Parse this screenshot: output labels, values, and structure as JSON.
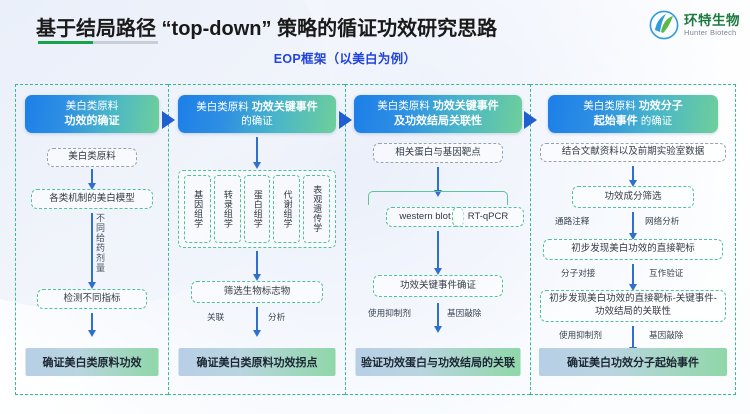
{
  "header": {
    "title": "基于结局路径 “top-down” 策略的循证功效研究思路",
    "subtitle": "EOP框架（以美白为例）",
    "logo_cn": "环特生物",
    "logo_en": "Hunter Biotech",
    "accent_green": "#16a34a",
    "accent_blue": "#2244dd"
  },
  "columns": [
    {
      "header_line1": "美白类原料",
      "header_line2": "功效的确证",
      "steps": [
        {
          "label": "美白类原料",
          "style": "gray"
        },
        {
          "label": "各类机制的美白模型",
          "style": "green"
        },
        {
          "label": "检测不同指标",
          "style": "green"
        }
      ],
      "arrow_label_vertical": "不同给药剂量",
      "result": "确证美白类原料功效"
    },
    {
      "header_prefix": "美白类原料",
      "header_strong": "功效关键事件",
      "header_line2": "的确证",
      "omics": [
        "基因组学",
        "转录组学",
        "蛋白组学",
        "代谢组学",
        "表观遗传学"
      ],
      "steps": [
        {
          "label": "筛选生物标志物",
          "style": "green"
        }
      ],
      "arrow_label_left": "关联",
      "arrow_label_right": "分析",
      "result": "确证美白类原料功效拐点"
    },
    {
      "header_prefix": "美白类原料",
      "header_strong": "功效关键事件",
      "header_line2": "及功效结局关联性",
      "steps": [
        {
          "label": "相关蛋白与基因靶点",
          "style": "gray"
        },
        {
          "label": "western blot",
          "style": "green"
        },
        {
          "label": "RT-qPCR",
          "style": "green"
        },
        {
          "label": "功效关键事件确证",
          "style": "green"
        }
      ],
      "arrow_label_left": "使用抑制剂",
      "arrow_label_right": "基因敲除",
      "result": "验证功效蛋白与功效结局的关联"
    },
    {
      "header_prefix": "美白类原料",
      "header_strong": "功效分子",
      "header_strong2": "起始事件",
      "header_suffix": "的确证",
      "steps": [
        {
          "label": "结合文献资料以及前期实验室数据",
          "style": "gray"
        },
        {
          "label": "功效成分筛选",
          "style": "green"
        },
        {
          "label": "初步发现美白功效的直接靶标",
          "style": "green"
        },
        {
          "label": "初步发现美白功效的直接靶标-关键事件-功效结局的关联性",
          "style": "green"
        }
      ],
      "arrow_labels": [
        {
          "left": "通路注释",
          "right": "网络分析"
        },
        {
          "left": "分子对接",
          "right": "互作验证"
        },
        {
          "left": "使用抑制剂",
          "right": "基因敲除"
        }
      ],
      "result": "确证美白功效分子起始事件"
    }
  ]
}
